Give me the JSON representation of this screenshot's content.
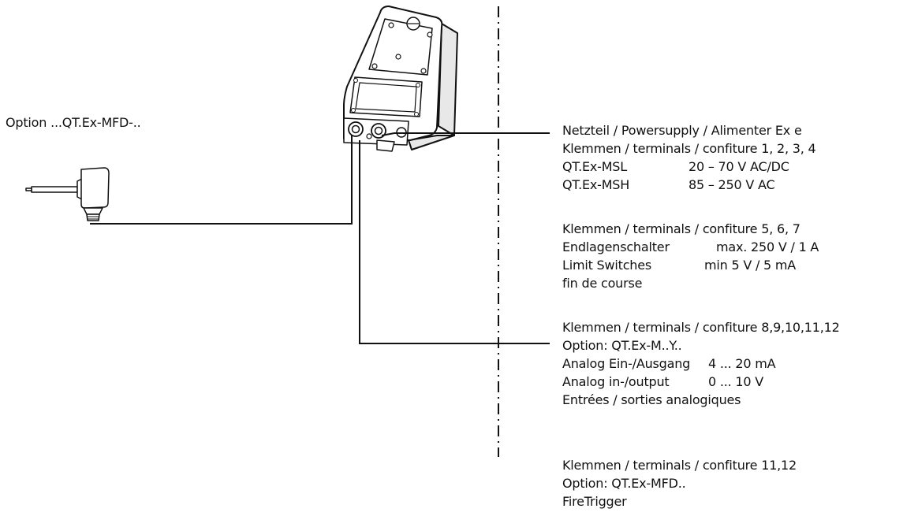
{
  "option_label": "Option ...QT.Ex-MFD-..",
  "blocks": {
    "power": {
      "line1": "Netzteil / Powersupply / Alimenter Ex e",
      "line2": "Klemmen / terminals / confiture 1, 2, 3, 4",
      "rows": [
        {
          "label": "QT.Ex-MSL",
          "value": "20 – 70 V AC/DC"
        },
        {
          "label": "QT.Ex-MSH",
          "value": "85 – 250 V AC"
        }
      ]
    },
    "limit": {
      "line1": "Klemmen / terminals / confiture 5, 6, 7",
      "rows": [
        {
          "label": "Endlagenschalter",
          "value": "max. 250 V / 1 A"
        },
        {
          "label": "Limit Switches",
          "value": "min 5 V / 5 mA"
        }
      ],
      "line_last": "fin de course"
    },
    "analog": {
      "line1": "Klemmen / terminals / confiture 8,9,10,11,12",
      "line2": "Option: QT.Ex-M..Y..",
      "rows": [
        {
          "label": "Analog Ein-/Ausgang",
          "value": "4 ... 20 mA"
        },
        {
          "label": "Analog in-/output",
          "value": "0 ... 10 V"
        }
      ],
      "line_last": "Entrées / sorties analogiques"
    },
    "fire": {
      "line1": "Klemmen / terminals / confiture 11,12",
      "line2": "Option: QT.Ex-MFD..",
      "line3": "FireTrigger"
    }
  },
  "colors": {
    "line": "#111111",
    "text": "#111111",
    "housing_fill": "#ffffff",
    "housing_shade": "#e8e8e8"
  }
}
